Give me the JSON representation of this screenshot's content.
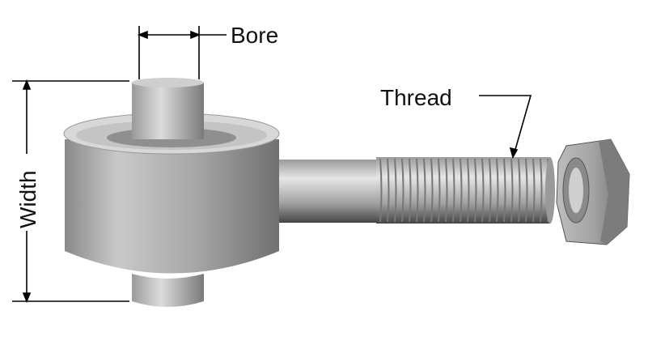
{
  "labels": {
    "bore": "Bore",
    "width": "Width",
    "thread": "Thread"
  },
  "colors": {
    "metal_light": "#e8e8e8",
    "metal_mid": "#b5b5b5",
    "metal_dark": "#6e6e6e",
    "line": "#000000"
  }
}
